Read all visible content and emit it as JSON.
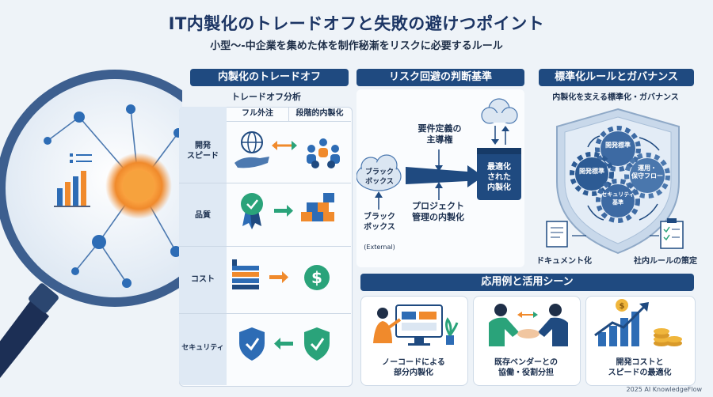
{
  "title": "IT内製化のトレードオフと失敗の避けつポイント",
  "subtitle": "小型〜-中企業を集めた体を制作秘漸をリスクに必要するルール",
  "tradeoff": {
    "header": "内製化のトレードオフ",
    "table_title": "トレードオフ分析",
    "col1": "フル外注",
    "col2": "段階的内製化",
    "rows": [
      "開発\nスピード",
      "品質",
      "コスト",
      "セキュリティ"
    ]
  },
  "risk": {
    "header": "リスク回避の判断基準",
    "top_label": "要件定義の\n主導権",
    "bottom_label": "プロジェクト\n管理の内製化",
    "cloud_label": "ブラック\nボックス",
    "left_label": "ブラック\nボックス",
    "left_sub": "(External)",
    "box_label": "最適化\nされた\n内製化"
  },
  "governance": {
    "header": "標準化ルールとガバナンス",
    "subtitle": "内製化を支える標準化・ガバナンス",
    "gears": [
      "開発標準",
      "開発標準",
      "運用・\n保守フロー",
      "セキュリティ\n基準"
    ],
    "left_item": "ドキュメント化",
    "right_item": "社内ルールの策定"
  },
  "usecases": {
    "header": "応用例と活用シーン",
    "items": [
      "ノーコードによる\n部分内製化",
      "既存ベンダーとの\n協働・役割分担",
      "開発コストと\nスピードの最適化"
    ]
  },
  "footer": "2025 AI KnowledgeFlow",
  "colors": {
    "navy": "#1f4a80",
    "orange": "#f08a2c",
    "teal": "#2aa37a",
    "blue": "#2d6cb5"
  }
}
